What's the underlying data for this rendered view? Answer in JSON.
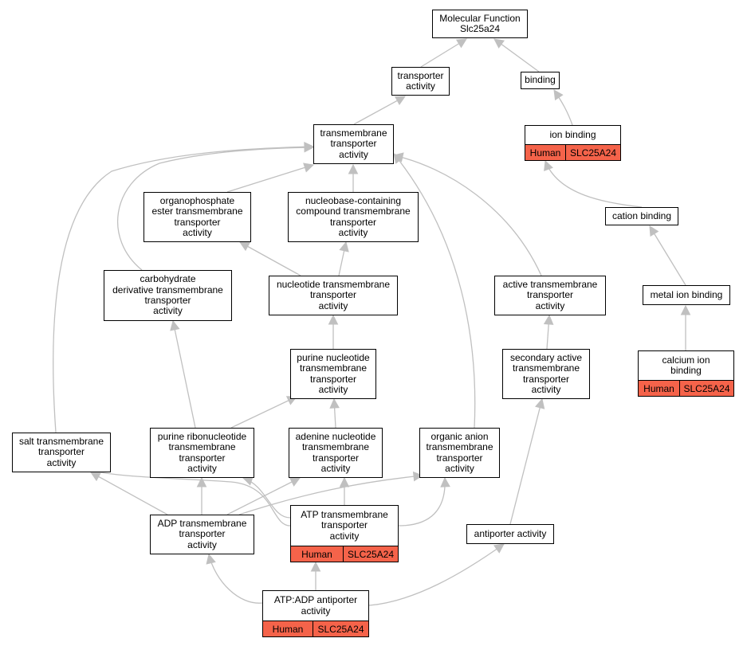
{
  "colors": {
    "edge": "#c0c0c0",
    "annotation": "#f5634a",
    "border": "#000000"
  },
  "nodes": [
    {
      "id": "mf",
      "label": "Molecular Function\nSlc25a24"
    },
    {
      "id": "transporter",
      "label": "transporter\nactivity"
    },
    {
      "id": "binding",
      "label": "binding"
    },
    {
      "id": "tmt",
      "label": "transmembrane\ntransporter\nactivity"
    },
    {
      "id": "ionbinding",
      "label": "ion binding",
      "annotation": {
        "species": "Human",
        "gene": "SLC25A24"
      }
    },
    {
      "id": "organophosphate",
      "label": "organophosphate\nester transmembrane\ntransporter\nactivity"
    },
    {
      "id": "nucleobase",
      "label": "nucleobase-containing\ncompound transmembrane\ntransporter\nactivity"
    },
    {
      "id": "cationbinding",
      "label": "cation binding"
    },
    {
      "id": "carbohydrate",
      "label": "carbohydrate\nderivative transmembrane\ntransporter\nactivity"
    },
    {
      "id": "nucleotide",
      "label": "nucleotide transmembrane\ntransporter\nactivity"
    },
    {
      "id": "active",
      "label": "active transmembrane\ntransporter\nactivity"
    },
    {
      "id": "metalion",
      "label": "metal ion binding"
    },
    {
      "id": "purinenuc",
      "label": "purine nucleotide\ntransmembrane\ntransporter\nactivity"
    },
    {
      "id": "secondary",
      "label": "secondary active\ntransmembrane\ntransporter\nactivity"
    },
    {
      "id": "calcium",
      "label": "calcium ion\nbinding",
      "annotation": {
        "species": "Human",
        "gene": "SLC25A24"
      }
    },
    {
      "id": "salt",
      "label": "salt transmembrane\ntransporter\nactivity"
    },
    {
      "id": "purineribo",
      "label": "purine ribonucleotide\ntransmembrane\ntransporter\nactivity"
    },
    {
      "id": "adenine",
      "label": "adenine nucleotide\ntransmembrane\ntransporter\nactivity"
    },
    {
      "id": "organicanion",
      "label": "organic anion\ntransmembrane\ntransporter\nactivity"
    },
    {
      "id": "adp",
      "label": "ADP transmembrane\ntransporter\nactivity"
    },
    {
      "id": "atp",
      "label": "ATP transmembrane\ntransporter\nactivity",
      "annotation": {
        "species": "Human",
        "gene": "SLC25A24"
      }
    },
    {
      "id": "antiporter",
      "label": "antiporter activity"
    },
    {
      "id": "atpadp",
      "label": "ATP:ADP antiporter\nactivity",
      "annotation": {
        "species": "Human",
        "gene": "SLC25A24"
      }
    }
  ],
  "edges": [
    [
      "transporter",
      "mf"
    ],
    [
      "binding",
      "mf"
    ],
    [
      "tmt",
      "transporter"
    ],
    [
      "ionbinding",
      "binding"
    ],
    [
      "organophosphate",
      "tmt"
    ],
    [
      "nucleobase",
      "tmt"
    ],
    [
      "carbohydrate",
      "tmt"
    ],
    [
      "salt",
      "tmt"
    ],
    [
      "organicanion",
      "tmt"
    ],
    [
      "active",
      "tmt"
    ],
    [
      "cationbinding",
      "ionbinding"
    ],
    [
      "metalion",
      "cationbinding"
    ],
    [
      "calcium",
      "metalion"
    ],
    [
      "nucleotide",
      "organophosphate"
    ],
    [
      "nucleotide",
      "nucleobase"
    ],
    [
      "purinenuc",
      "nucleotide"
    ],
    [
      "purineribo",
      "carbohydrate"
    ],
    [
      "purineribo",
      "purinenuc"
    ],
    [
      "adenine",
      "purinenuc"
    ],
    [
      "secondary",
      "active"
    ],
    [
      "antiporter",
      "secondary"
    ],
    [
      "adp",
      "salt"
    ],
    [
      "adp",
      "purineribo"
    ],
    [
      "adp",
      "adenine"
    ],
    [
      "adp",
      "organicanion"
    ],
    [
      "atp",
      "salt"
    ],
    [
      "atp",
      "purineribo"
    ],
    [
      "atp",
      "adenine"
    ],
    [
      "atp",
      "organicanion"
    ],
    [
      "atpadp",
      "adp"
    ],
    [
      "atpadp",
      "atp"
    ],
    [
      "atpadp",
      "antiporter"
    ]
  ]
}
